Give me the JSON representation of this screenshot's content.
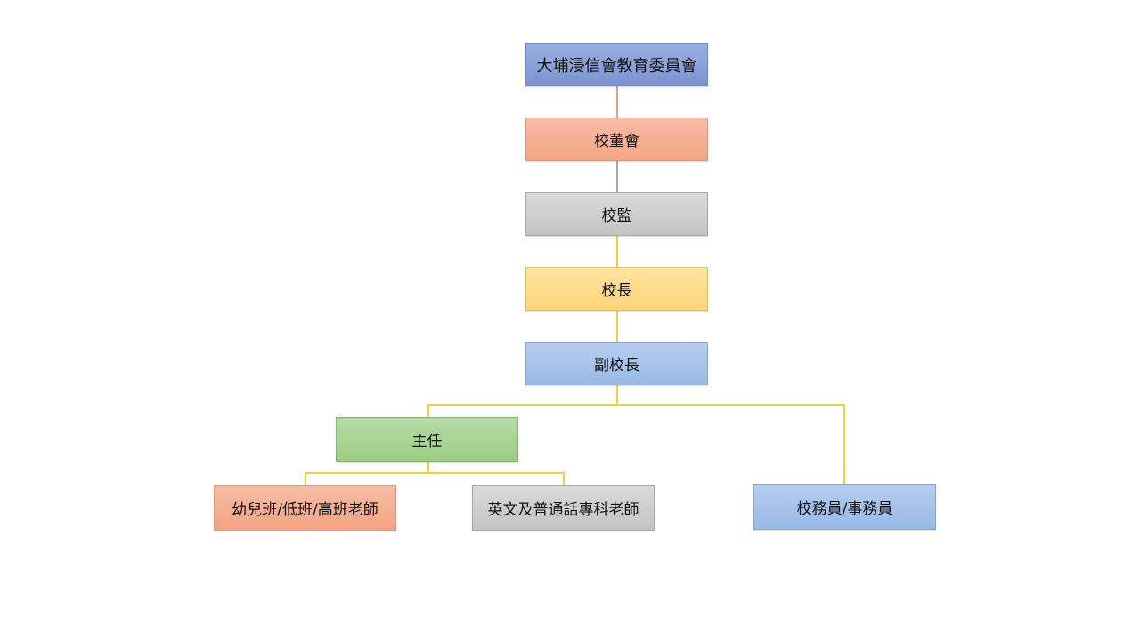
{
  "nodes": {
    "committee": "大埔浸信會教育委員會",
    "board": "校董會",
    "supervisor": "校監",
    "principal": "校長",
    "vice_principal": "副校長",
    "director": "主任",
    "class_teachers": "幼兒班/低班/高班老師",
    "subject_teachers": "英文及普通話專科老師",
    "staff": "校務員/事務員"
  }
}
